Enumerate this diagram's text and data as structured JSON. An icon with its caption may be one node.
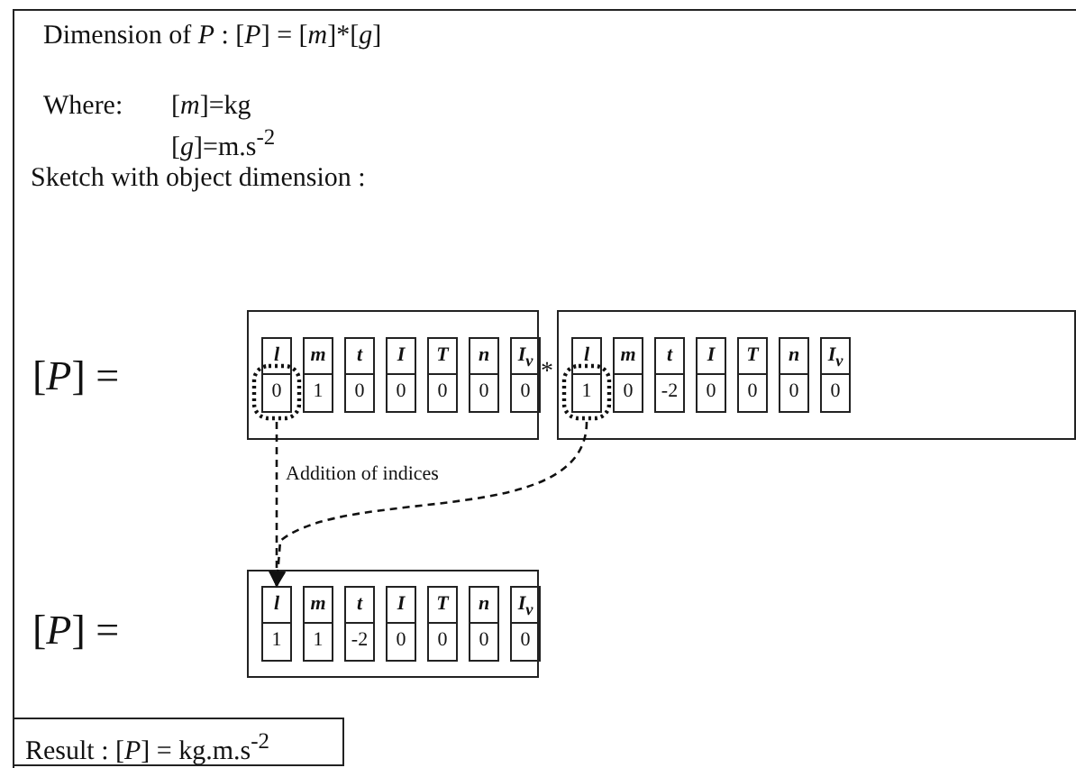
{
  "diagram": {
    "nodes": [
      {
        "text": [],
        "shape": "box"
      },
      {
        "text": [
          "l",
          "0"
        ],
        "in": 0
      },
      {
        "text": [
          "m",
          "1"
        ],
        "in": 0
      },
      {
        "text": [
          "t",
          "0"
        ],
        "in": 0
      },
      {
        "text": [
          "I",
          "0"
        ],
        "in": 0
      },
      {
        "text": [
          "T",
          "0"
        ],
        "in": 0
      },
      {
        "text": [
          "n",
          "0"
        ],
        "in": 0
      },
      {
        "text": [
          "I$_{v}$",
          "0"
        ],
        "in": 0
      },
      {
        "text": [],
        "shape": "box"
      },
      {
        "text": [
          "l",
          "1"
        ],
        "in": 8
      },
      {
        "text": [
          "m",
          "0"
        ],
        "in": 8
      },
      {
        "text": [
          "t",
          "-2"
        ],
        "in": 8
      },
      {
        "text": [
          "I",
          "0"
        ],
        "in": 8
      },
      {
        "text": [
          "T",
          "0"
        ],
        "in": 8
      },
      {
        "text": [
          "n",
          "0"
        ],
        "in": 8
      },
      {
        "text": [
          "I$_{v}$",
          "0"
        ],
        "in": 8
      },
      {
        "text": [],
        "shape": "box"
      },
      {
        "text": [
          "l",
          "1"
        ],
        "in": 16
      },
      {
        "text": [
          "m",
          "1"
        ],
        "in": 16
      },
      {
        "text": [
          "t",
          "-2"
        ],
        "in": 16
      },
      {
        "text": [
          "I",
          "0"
        ],
        "in": 16
      },
      {
        "text": [
          "T",
          "0"
        ],
        "in": 16
      },
      {
        "text": [
          "n",
          "0"
        ],
        "in": 16
      },
      {
        "text": [
          "I$_{v}$",
          "0"
        ],
        "in": 16
      },
      {
        "text": [
          "Result : [*P*] = kg.m.s$^{-2}$"
        ]
      }
    ],
    "edges": [
      {
        "from": 1,
        "to": 17,
        "arrow": "to",
        "style": "dashed"
      },
      {
        "from": 9,
        "to": 17,
        "arrow": "to",
        "style": "dashed",
        "label": "Addition of indices"
      }
    ],
    "labels": [
      "Dimension of *P* : [*P*] = [*m*]*[*g*]",
      "Where:",
      "[*m*]=kg",
      "[*g*]=m.s$^{-2}$",
      "Sketch with object dimension :",
      "[*P*] =",
      "*",
      "[*P*] ="
    ]
  }
}
